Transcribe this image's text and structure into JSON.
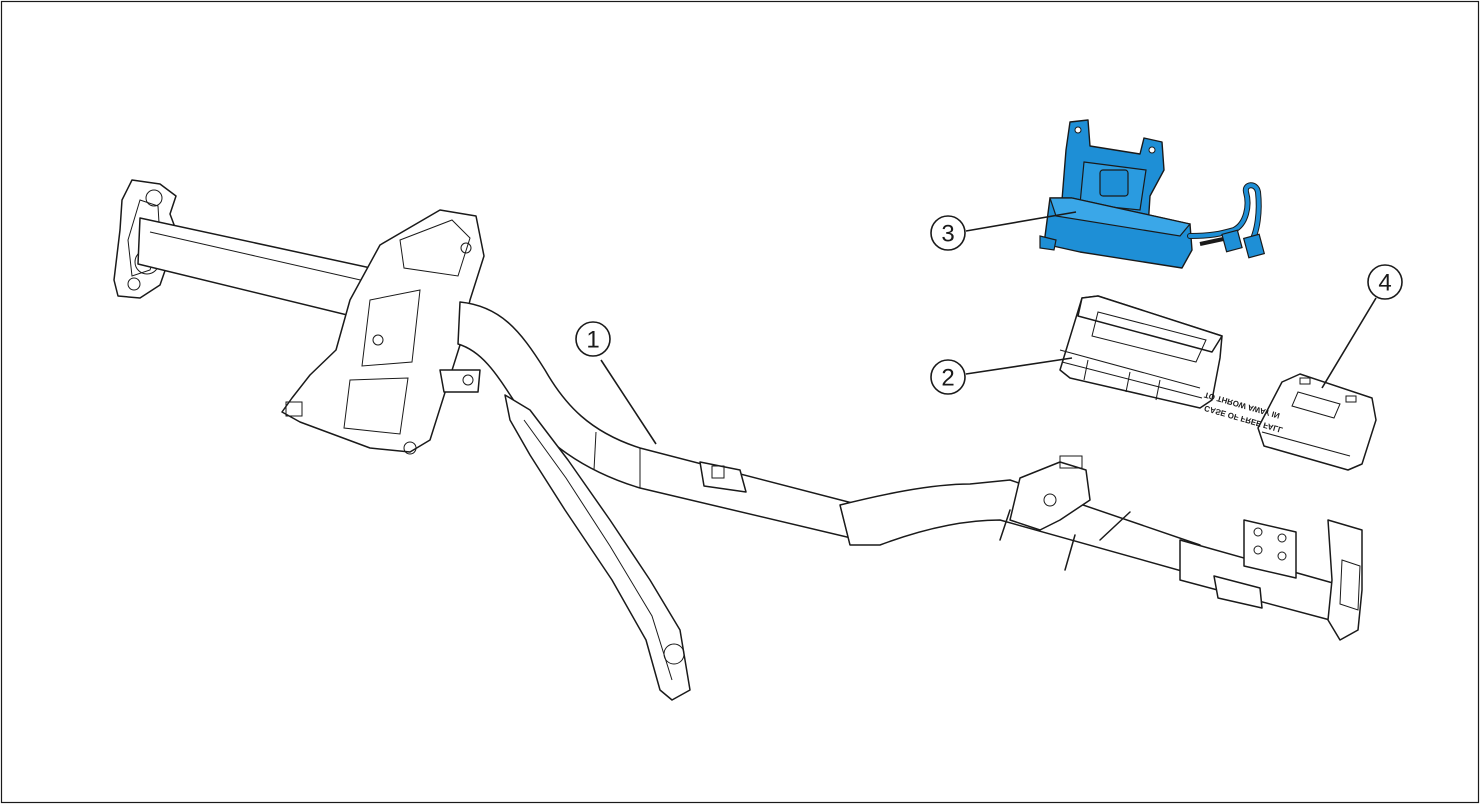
{
  "diagram": {
    "highlight_color": "#1e8fd6",
    "line_color": "#1a1a1a",
    "border_color": "#1a1a1a",
    "callouts": [
      {
        "id": "1",
        "label": "1",
        "part": "cross-car-beam"
      },
      {
        "id": "2",
        "label": "2",
        "part": "module-box"
      },
      {
        "id": "3",
        "label": "3",
        "part": "highlighted-module-with-bracket"
      },
      {
        "id": "4",
        "label": "4",
        "part": "small-relay-module"
      }
    ],
    "module4_label_line1": "TO THROW AWAY IN",
    "module4_label_line2": "CASE OF FREE FALL"
  }
}
